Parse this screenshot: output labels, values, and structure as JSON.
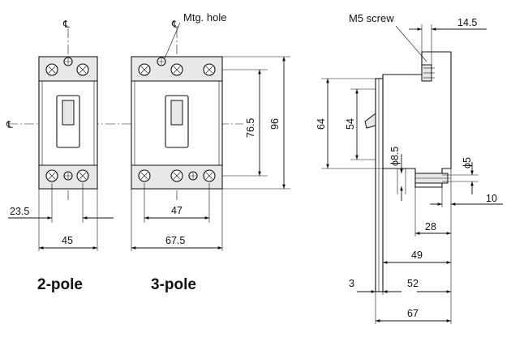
{
  "labels": {
    "mtg_hole": "Mtg. hole",
    "m5_screw": "M5 screw",
    "pole2": "2-pole",
    "pole3": "3-pole",
    "cl_symbol": "℄"
  },
  "dims": {
    "d23_5": "23.5",
    "d45": "45",
    "d47": "47",
    "d67_5": "67.5",
    "d76_5": "76.5",
    "d96": "96",
    "d64": "64",
    "d54": "54",
    "d8_5": "ϕ8.5",
    "d5": "ϕ5",
    "d14_5": "14.5",
    "d10": "10",
    "d28": "28",
    "d49": "49",
    "d3": "3",
    "d52": "52",
    "d67": "67"
  }
}
